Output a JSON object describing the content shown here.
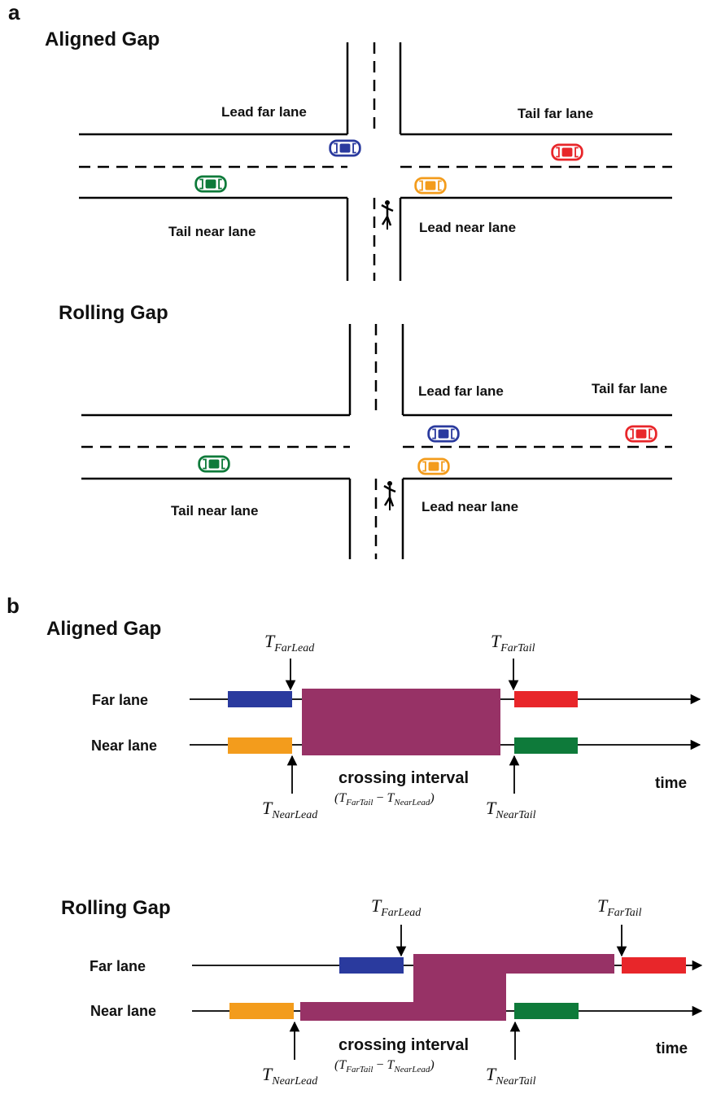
{
  "panel_a": {
    "letter": "a",
    "aligned": {
      "title": "Aligned Gap",
      "lead_far_lane": "Lead far lane",
      "tail_far_lane": "Tail far lane",
      "tail_near_lane": "Tail near lane",
      "lead_near_lane": "Lead near lane"
    },
    "rolling": {
      "title": "Rolling Gap",
      "lead_far_lane": "Lead far lane",
      "tail_far_lane": "Tail far lane",
      "tail_near_lane": "Tail near lane",
      "lead_near_lane": "Lead near lane"
    }
  },
  "panel_b": {
    "letter": "b",
    "aligned": {
      "title": "Aligned Gap",
      "far_lane": "Far lane",
      "near_lane": "Near lane",
      "crossing_interval": "crossing interval",
      "time": "time",
      "t_far_lead": {
        "base": "T",
        "sub": "FarLead"
      },
      "t_far_tail": {
        "base": "T",
        "sub": "FarTail"
      },
      "t_near_lead": {
        "base": "T",
        "sub": "NearLead"
      },
      "t_near_tail": {
        "base": "T",
        "sub": "NearTail"
      },
      "formula": {
        "open": "(",
        "t1": "T",
        "s1": "FarTail",
        "minus": " − ",
        "t2": "T",
        "s2": "NearLead",
        "close": ")"
      }
    },
    "rolling": {
      "title": "Rolling Gap",
      "far_lane": "Far lane",
      "near_lane": "Near lane",
      "crossing_interval": "crossing interval",
      "time": "time",
      "t_far_lead": {
        "base": "T",
        "sub": "FarLead"
      },
      "t_far_tail": {
        "base": "T",
        "sub": "FarTail"
      },
      "t_near_lead": {
        "base": "T",
        "sub": "NearLead"
      },
      "t_near_tail": {
        "base": "T",
        "sub": "NearTail"
      },
      "formula": {
        "open": "(",
        "t1": "T",
        "s1": "FarTail",
        "minus": " − ",
        "t2": "T",
        "s2": "NearLead",
        "close": ")"
      }
    }
  },
  "colors": {
    "blue_car": "#2a3a9e",
    "red_car": "#e8262a",
    "green_car": "#0e7a3a",
    "orange_car": "#f39c1c",
    "crossing_interval": "#973266",
    "far_lead_bar": "#2a3a9e",
    "far_tail_bar": "#e8262a",
    "near_lead_bar": "#f39c1c",
    "near_tail_bar": "#0e7a3a"
  },
  "icons": [
    "car-icon",
    "pedestrian-icon",
    "arrow-icon"
  ]
}
